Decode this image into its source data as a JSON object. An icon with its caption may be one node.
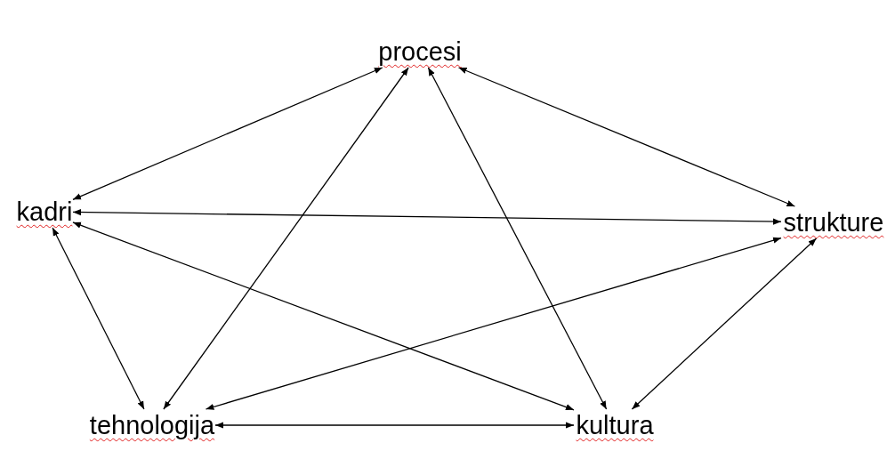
{
  "diagram": {
    "nodes": [
      {
        "text": [
          "procesi"
        ]
      },
      {
        "text": [
          "kadri"
        ]
      },
      {
        "text": [
          "strukture"
        ]
      },
      {
        "text": [
          "tehnologija"
        ]
      },
      {
        "text": [
          "kultura"
        ]
      }
    ],
    "edges": [
      {
        "from": 0,
        "to": 1,
        "arrow": "both"
      },
      {
        "from": 0,
        "to": 3,
        "arrow": "both"
      },
      {
        "from": 0,
        "to": 4,
        "arrow": "both"
      },
      {
        "from": 0,
        "to": 2,
        "arrow": "both"
      },
      {
        "from": 1,
        "to": 2,
        "arrow": "both"
      },
      {
        "from": 1,
        "to": 4,
        "arrow": "both"
      },
      {
        "from": 1,
        "to": 3,
        "arrow": "both"
      },
      {
        "from": 3,
        "to": 2,
        "arrow": "both"
      },
      {
        "from": 2,
        "to": 4,
        "arrow": "both"
      },
      {
        "from": 3,
        "to": 4,
        "arrow": "both"
      }
    ]
  }
}
